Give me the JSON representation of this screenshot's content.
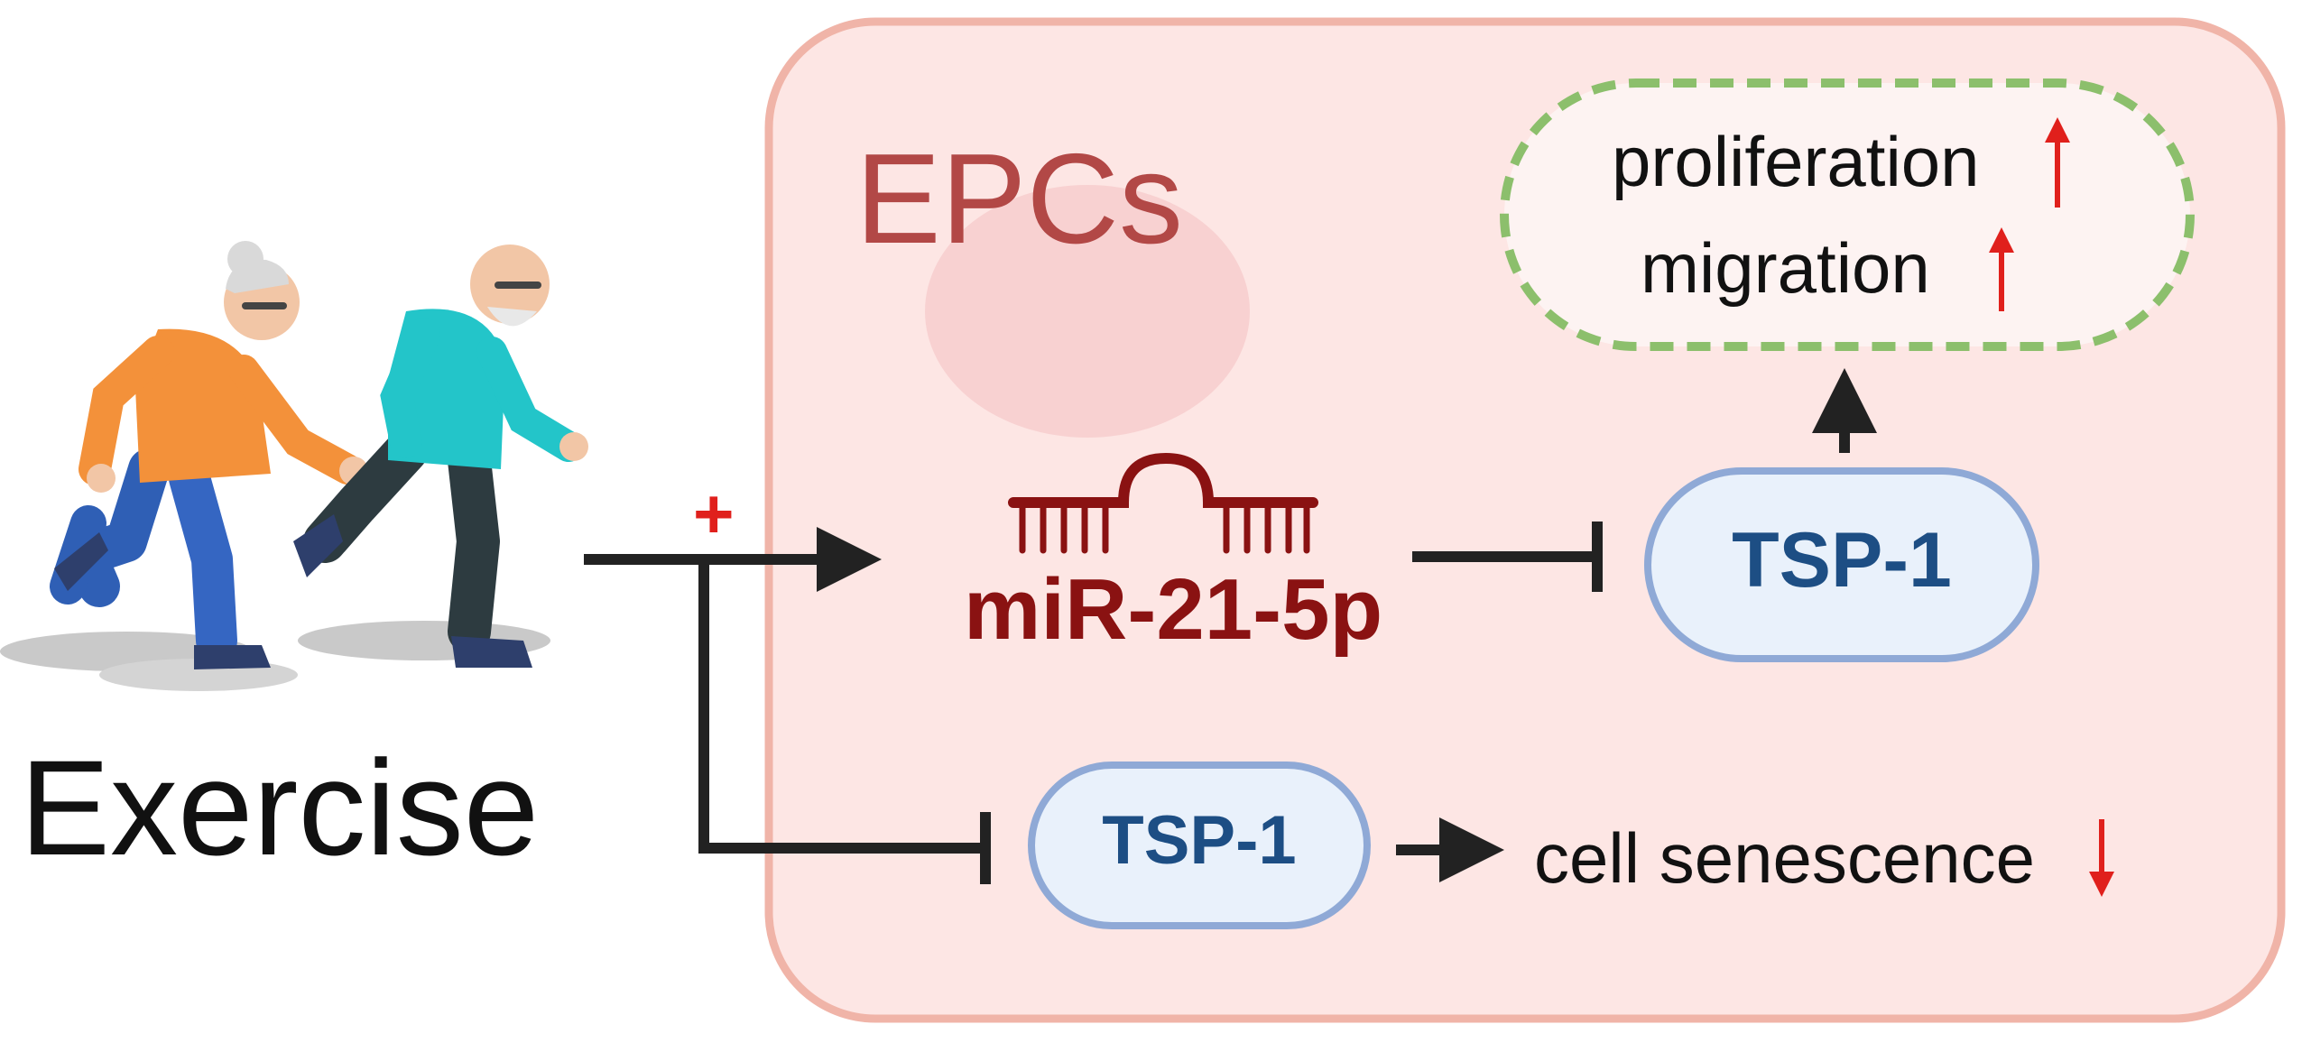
{
  "diagram": {
    "exercise_label": "Exercise",
    "cell_label": "EPCs",
    "promote_sign": "+",
    "mirna_label": "miR-21-5p",
    "target_top_label": "TSP-1",
    "target_bottom_label": "TSP-1",
    "outcome_proliferation": "proliferation",
    "outcome_migration": "migration",
    "outcome_senescence": "cell senescence",
    "icons": [
      "elderly-woman-running-icon",
      "elderly-man-running-icon",
      "rna-hairpin-icon",
      "up-arrow-icon",
      "down-arrow-icon"
    ],
    "colors": {
      "cell_fill": "#fde6e4",
      "cell_border": "#f0b4a8",
      "nucleus_fill": "#f8d1d1",
      "cell_label": "#b24846",
      "mirna": "#8a1212",
      "protein_fill": "#e9f1fb",
      "protein_border": "#8fa9d6",
      "protein_text": "#1d4e84",
      "outcome_border": "#8cbf6c",
      "up_down_arrows": "#e0201c",
      "connector": "#222222"
    }
  }
}
